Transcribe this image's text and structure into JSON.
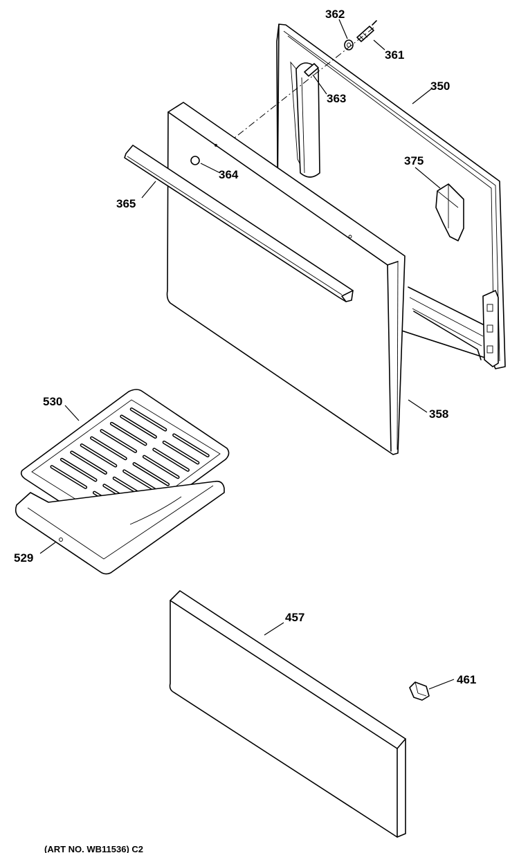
{
  "labels": {
    "p361": "361",
    "p362": "362",
    "p363": "363",
    "p350": "350",
    "p364": "364",
    "p375": "375",
    "p365": "365",
    "p358": "358",
    "p530": "530",
    "p529": "529",
    "p457": "457",
    "p461": "461"
  },
  "caption": "(ART NO. WB11536) C2"
}
